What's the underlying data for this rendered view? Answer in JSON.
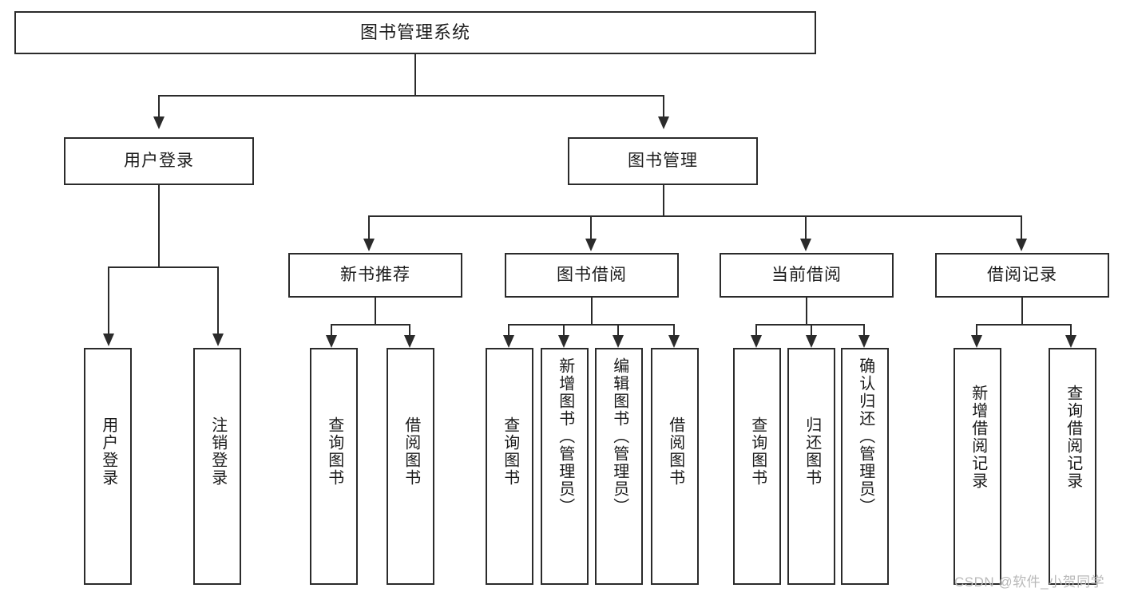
{
  "diagram": {
    "title": "图书管理系统",
    "type": "hierarchy-tree",
    "root": {
      "label": "图书管理系统"
    },
    "level2": [
      {
        "id": "user-login",
        "label": "用户登录"
      },
      {
        "id": "book-management",
        "label": "图书管理"
      }
    ],
    "level3": [
      {
        "id": "new-book-recommend",
        "label": "新书推荐",
        "parent": "book-management"
      },
      {
        "id": "book-borrow",
        "label": "图书借阅",
        "parent": "book-management"
      },
      {
        "id": "current-borrow",
        "label": "当前借阅",
        "parent": "book-management"
      },
      {
        "id": "borrow-record",
        "label": "借阅记录",
        "parent": "book-management"
      }
    ],
    "leaves": [
      {
        "id": "leaf-user-login",
        "label": "用户登录",
        "parent": "user-login"
      },
      {
        "id": "leaf-logout-login",
        "label": "注销登录",
        "parent": "user-login"
      },
      {
        "id": "leaf-query-book-1",
        "label": "查询图书",
        "parent": "new-book-recommend"
      },
      {
        "id": "leaf-borrow-book-1",
        "label": "借阅图书",
        "parent": "new-book-recommend"
      },
      {
        "id": "leaf-query-book-2",
        "label": "查询图书",
        "parent": "book-borrow"
      },
      {
        "id": "leaf-add-book",
        "label": "新增图书（管理员）",
        "parent": "book-borrow"
      },
      {
        "id": "leaf-edit-book",
        "label": "编辑图书（管理员）",
        "parent": "book-borrow"
      },
      {
        "id": "leaf-borrow-book-2",
        "label": "借阅图书",
        "parent": "book-borrow"
      },
      {
        "id": "leaf-query-book-3",
        "label": "查询图书",
        "parent": "current-borrow"
      },
      {
        "id": "leaf-return-book",
        "label": "归还图书",
        "parent": "current-borrow"
      },
      {
        "id": "leaf-confirm-return",
        "label": "确认归还（管理员）",
        "parent": "current-borrow"
      },
      {
        "id": "leaf-add-record",
        "label": "新增借阅记录",
        "parent": "borrow-record"
      },
      {
        "id": "leaf-query-record",
        "label": "查询借阅记录",
        "parent": "borrow-record"
      }
    ],
    "watermark": "CSDN @软件_小贺同学",
    "colors": {
      "stroke": "#2b2b2b",
      "fill": "#ffffff",
      "text": "#1b1b1b",
      "watermark": "#b9b9b9"
    }
  }
}
